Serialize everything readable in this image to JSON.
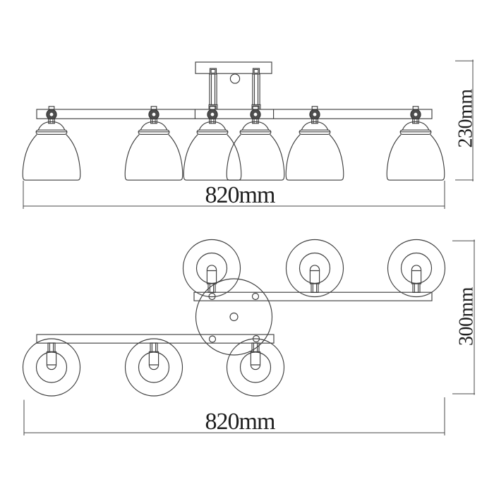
{
  "page": {
    "background_color": "#ffffff"
  },
  "drawing": {
    "line_color": "#3f3f3f",
    "dimension_line_color": "#4a4a4a",
    "text_color": "#1e1e1e",
    "front_view": {
      "lamp_count": 6,
      "width_label": "820mm",
      "height_label": "230mm"
    },
    "plan_view": {
      "lamp_count": 6,
      "width_label": "820mm",
      "height_label": "300mm"
    }
  }
}
